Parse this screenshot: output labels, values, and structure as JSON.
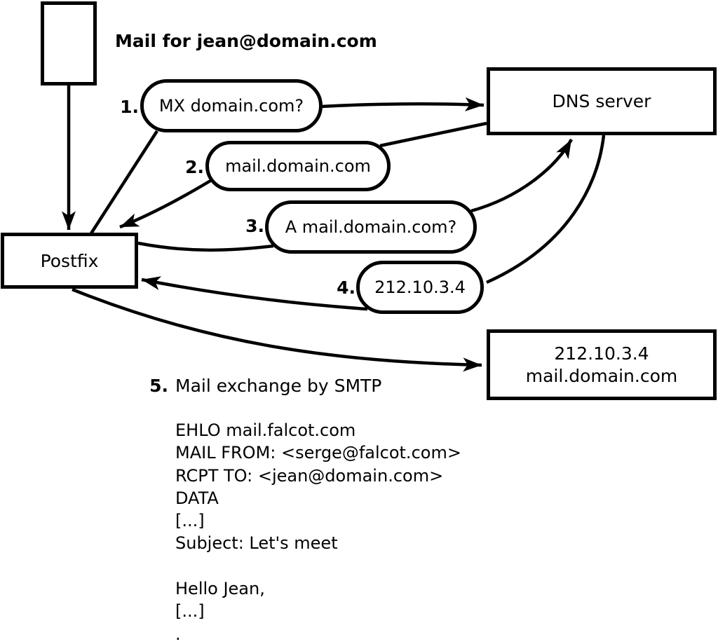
{
  "title": "Mail for jean@domain.com",
  "nodes": {
    "postfix": {
      "label": "Postfix"
    },
    "dns": {
      "label": "DNS server"
    },
    "result": {
      "line1": "212.10.3.4",
      "line2": "mail.domain.com"
    }
  },
  "steps": [
    {
      "num": "1.",
      "label": "MX domain.com?"
    },
    {
      "num": "2.",
      "label": "mail.domain.com"
    },
    {
      "num": "3.",
      "label": "A mail.domain.com?"
    },
    {
      "num": "4.",
      "label": "212.10.3.4"
    },
    {
      "num": "5.",
      "label": "Mail exchange by SMTP"
    }
  ],
  "smtp_transcript": [
    "EHLO mail.falcot.com",
    "MAIL FROM: <serge@falcot.com>",
    "RCPT TO: <jean@domain.com>",
    "DATA",
    "[...]",
    "Subject: Let's meet",
    "",
    "Hello Jean,",
    "[...]",
    "."
  ],
  "colors": {
    "stroke": "#000000",
    "background": "#ffffff"
  }
}
